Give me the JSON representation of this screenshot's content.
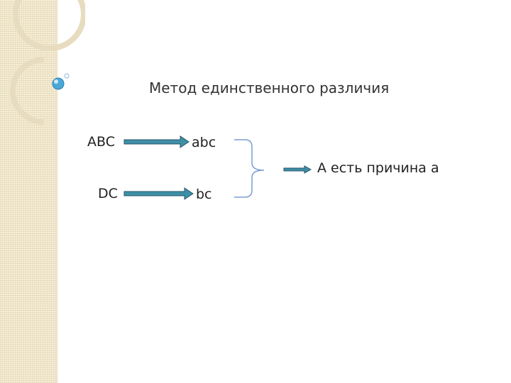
{
  "slide": {
    "title": "Метод единственного различия",
    "rows": [
      {
        "cause": "ABC",
        "effect": "abc"
      },
      {
        "cause": "DC",
        "effect": "bc"
      }
    ],
    "conclusion": "А есть причина а"
  },
  "colors": {
    "arrow_fill": "#3e8fa6",
    "arrow_stroke": "#27566a",
    "bracket": "#7a9dd0",
    "band": "#f6eed7",
    "orb": "#4aa8d8"
  },
  "icons": [
    "decorative-circle-icon",
    "orb-icon"
  ]
}
